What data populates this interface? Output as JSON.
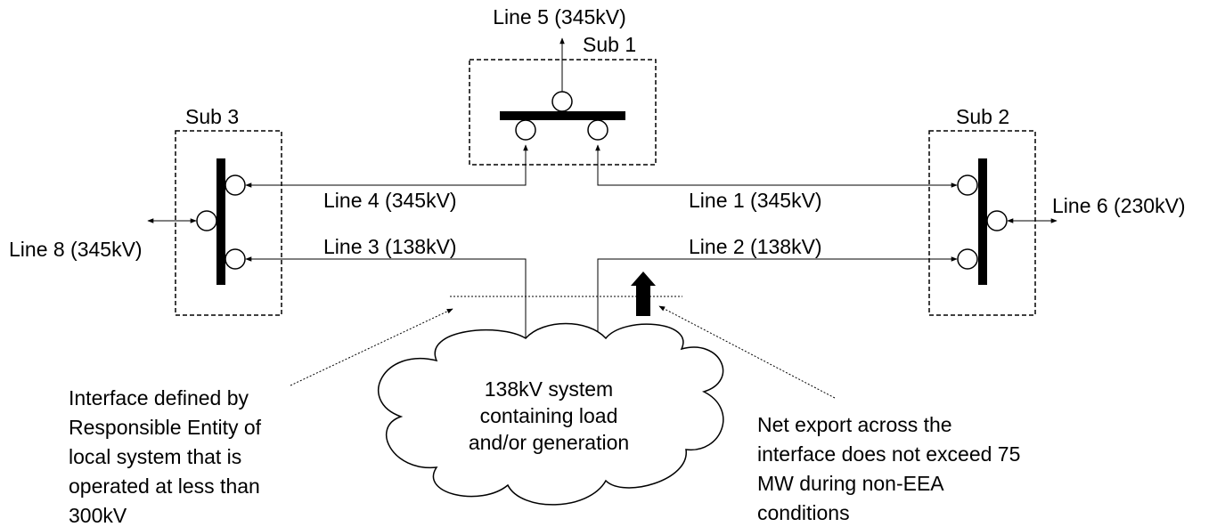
{
  "substations": {
    "sub1": "Sub 1",
    "sub2": "Sub 2",
    "sub3": "Sub 3"
  },
  "lines": {
    "line1": "Line 1 (345kV)",
    "line2": "Line 2 (138kV)",
    "line3": "Line 3 (138kV)",
    "line4": "Line 4 (345kV)",
    "line5": "Line 5 (345kV)",
    "line6": "Line 6 (230kV)",
    "line8": "Line 8 (345kV)"
  },
  "cloud": {
    "lines": [
      "138kV system",
      "containing load",
      "and/or generation"
    ]
  },
  "notes": {
    "interface": [
      "Interface defined by",
      "Responsible Entity of",
      "local system that is",
      "operated at less than",
      "300kV"
    ],
    "export": [
      "Net export across the",
      "interface does not exceed 75",
      "MW during non-EEA",
      "conditions"
    ]
  }
}
